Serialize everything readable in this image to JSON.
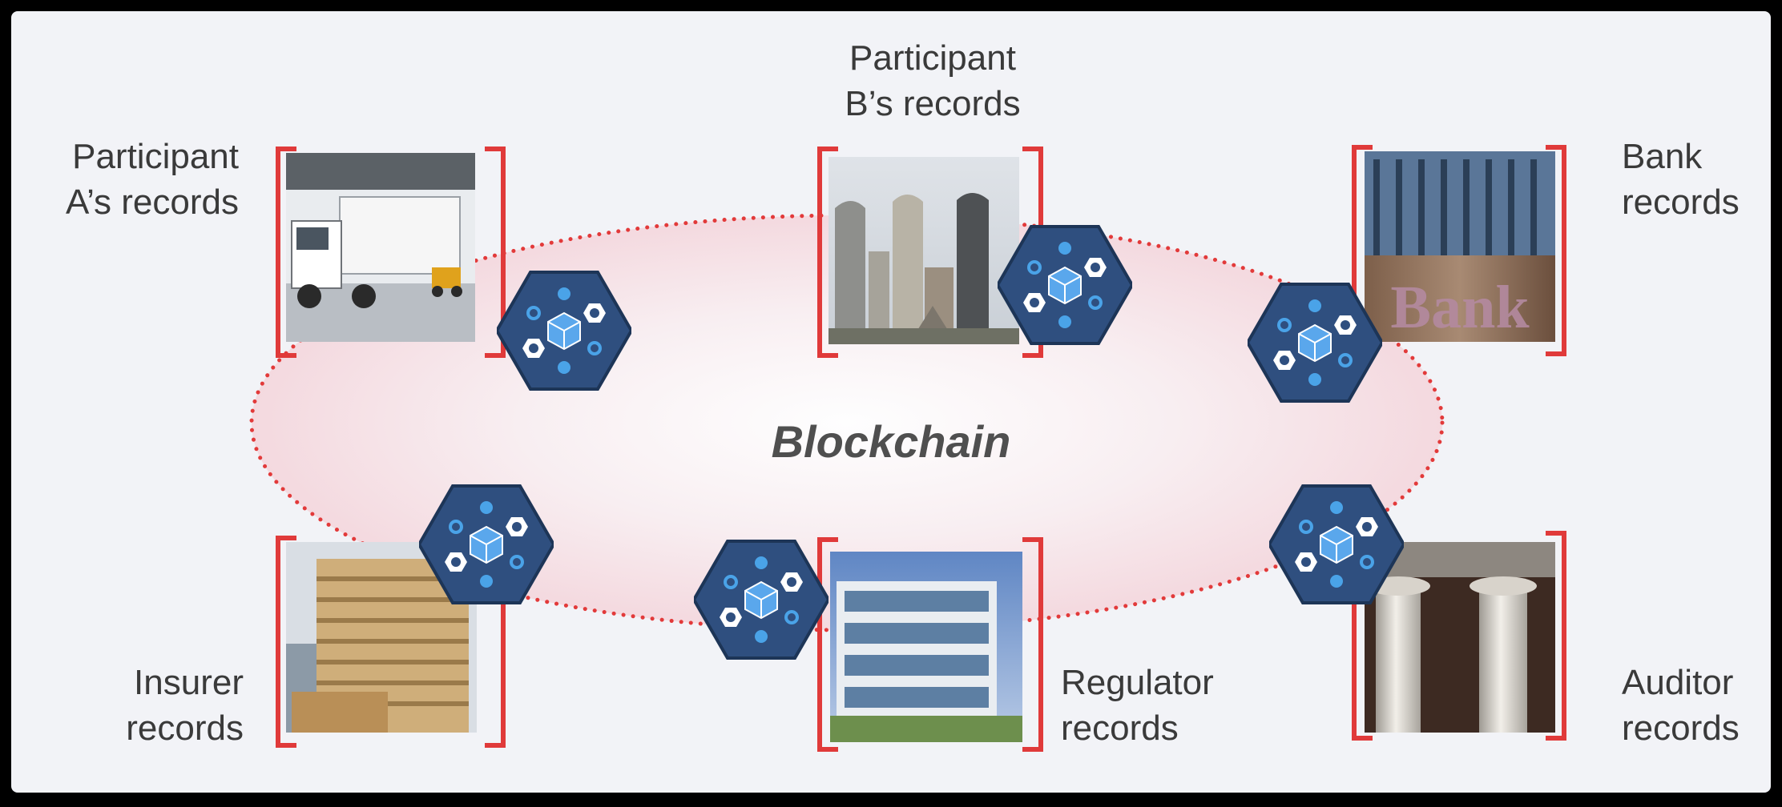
{
  "diagram": {
    "center_label": "Blockchain",
    "nodes": [
      {
        "id": "participant-a",
        "label_lines": [
          "Participant",
          "A’s records"
        ],
        "image": "truck-loading-dock"
      },
      {
        "id": "participant-b",
        "label_lines": [
          "Participant",
          "B’s records"
        ],
        "image": "city-skyline"
      },
      {
        "id": "bank",
        "label_lines": [
          "Bank",
          "records"
        ],
        "image": "bank-building"
      },
      {
        "id": "insurer",
        "label_lines": [
          "Insurer",
          "records"
        ],
        "image": "office-tower"
      },
      {
        "id": "regulator",
        "label_lines": [
          "Regulator",
          "records"
        ],
        "image": "glass-office-building"
      },
      {
        "id": "auditor",
        "label_lines": [
          "Auditor",
          "records"
        ],
        "image": "classical-columns"
      }
    ],
    "ledger_icon": "blockchain-hexagon-icon",
    "colors": {
      "background": "#f2f3f7",
      "bracket": "#e03a3a",
      "ring_dots": "#e23a3a",
      "ring_fill": "#f6dfe4",
      "hexagon_fill": "#2f4f7f",
      "hexagon_accent": "#4aa3e8"
    }
  }
}
